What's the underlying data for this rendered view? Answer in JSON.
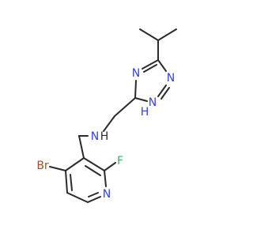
{
  "molecule": {
    "atoms": {
      "n_triazole_4": "N",
      "n_triazole_2": "N",
      "nh_triazole_1": "N",
      "h_triazole_1": "H",
      "nh_amine": "N",
      "h_amine": "H",
      "br": "Br",
      "f": "F",
      "n_pyridine": "N"
    },
    "colors": {
      "bond": "#2b2b2b",
      "nitrogen": "#3344dd",
      "bromine": "#a0522d",
      "fluorine": "#3cb371",
      "hydrogen": "#2b2b2b"
    }
  }
}
